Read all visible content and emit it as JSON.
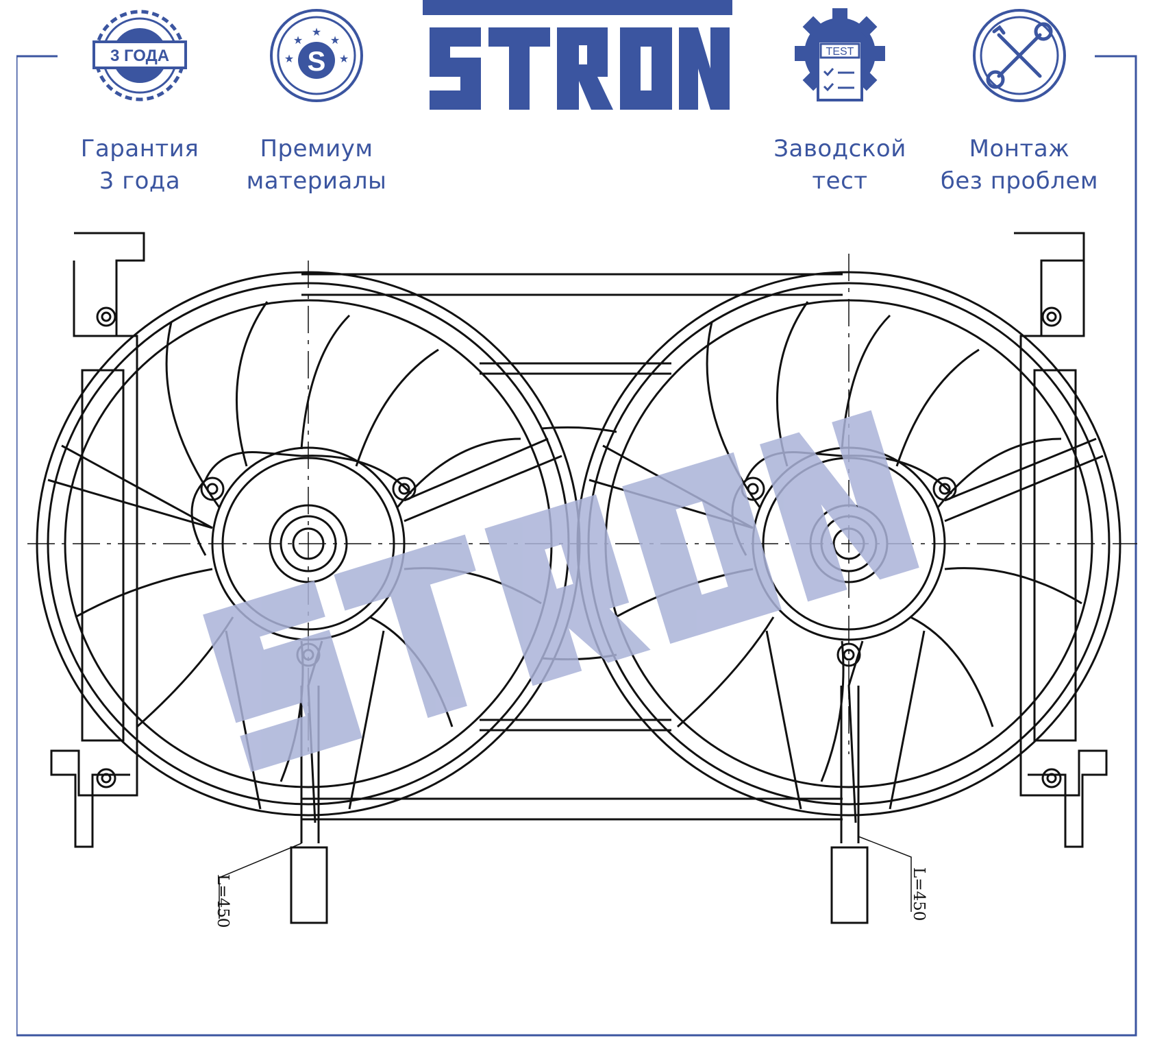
{
  "brand": {
    "name": "STRON",
    "color": "#3b55a0",
    "watermark_color": "#aab3d8"
  },
  "badges": [
    {
      "icon": "shield-warranty-icon",
      "stamp_text": "3 ГОДА",
      "line1": "Гарантия",
      "line2": "3 года"
    },
    {
      "icon": "premium-s-icon",
      "stamp_text": "S",
      "line1": "Премиум",
      "line2": "материалы"
    },
    {
      "icon": "test-gear-icon",
      "stamp_text": "TEST",
      "line1": "Заводской",
      "line2": "тест"
    },
    {
      "icon": "tools-icon",
      "line1": "Монтаж",
      "line2": "без проблем"
    }
  ],
  "drawing": {
    "left_cable_label": "L=450",
    "right_cable_label": "L=450"
  }
}
